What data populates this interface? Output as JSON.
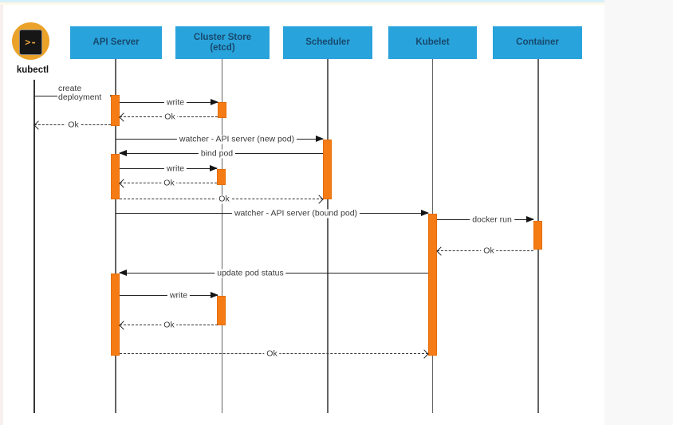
{
  "actors": {
    "kubectl": {
      "label": "kubectl",
      "glyph": ">-"
    },
    "api_server": {
      "label": "API Server"
    },
    "cluster_store": {
      "label": "Cluster Store",
      "sublabel": "(etcd)"
    },
    "scheduler": {
      "label": "Scheduler"
    },
    "kubelet": {
      "label": "Kubelet"
    },
    "container": {
      "label": "Container"
    }
  },
  "messages": [
    {
      "label": "create deployment",
      "from": "kubectl",
      "to": "api-server",
      "style": "solid"
    },
    {
      "label": "write",
      "from": "api-server",
      "to": "cluster-store",
      "style": "solid"
    },
    {
      "label": "Ok",
      "from": "cluster-store",
      "to": "api-server",
      "style": "dashed"
    },
    {
      "label": "Ok",
      "from": "api-server",
      "to": "kubectl",
      "style": "dashed"
    },
    {
      "label": "watcher - API server (new pod)",
      "from": "api-server",
      "to": "scheduler",
      "style": "solid"
    },
    {
      "label": "bind pod",
      "from": "scheduler",
      "to": "api-server",
      "style": "solid"
    },
    {
      "label": "write",
      "from": "api-server",
      "to": "cluster-store",
      "style": "solid"
    },
    {
      "label": "Ok",
      "from": "cluster-store",
      "to": "api-server",
      "style": "dashed"
    },
    {
      "label": "Ok",
      "from": "api-server",
      "to": "scheduler",
      "style": "dashed"
    },
    {
      "label": "watcher - API server (bound pod)",
      "from": "api-server",
      "to": "kubelet",
      "style": "solid"
    },
    {
      "label": "docker run",
      "from": "kubelet",
      "to": "container",
      "style": "solid"
    },
    {
      "label": "Ok",
      "from": "container",
      "to": "kubelet",
      "style": "dashed"
    },
    {
      "label": "update pod status",
      "from": "kubelet",
      "to": "api-server",
      "style": "solid"
    },
    {
      "label": "write",
      "from": "api-server",
      "to": "cluster-store",
      "style": "solid"
    },
    {
      "label": "Ok",
      "from": "cluster-store",
      "to": "api-server",
      "style": "dashed"
    },
    {
      "label": "Ok",
      "from": "api-server",
      "to": "kubelet",
      "style": "dashed"
    }
  ],
  "colors": {
    "header_fill": "#29a3db",
    "header_text": "#17496e",
    "activation_bar": "#f57c14",
    "lifeline": "#646464",
    "message_line": "#222222",
    "kubectl_circle": "#eba229",
    "kubectl_terminal_bg": "#161616",
    "top_strip_cyan": "#d7f1fb",
    "top_strip_cream": "#fdf8e7",
    "right_margin": "#f8f8f8"
  }
}
